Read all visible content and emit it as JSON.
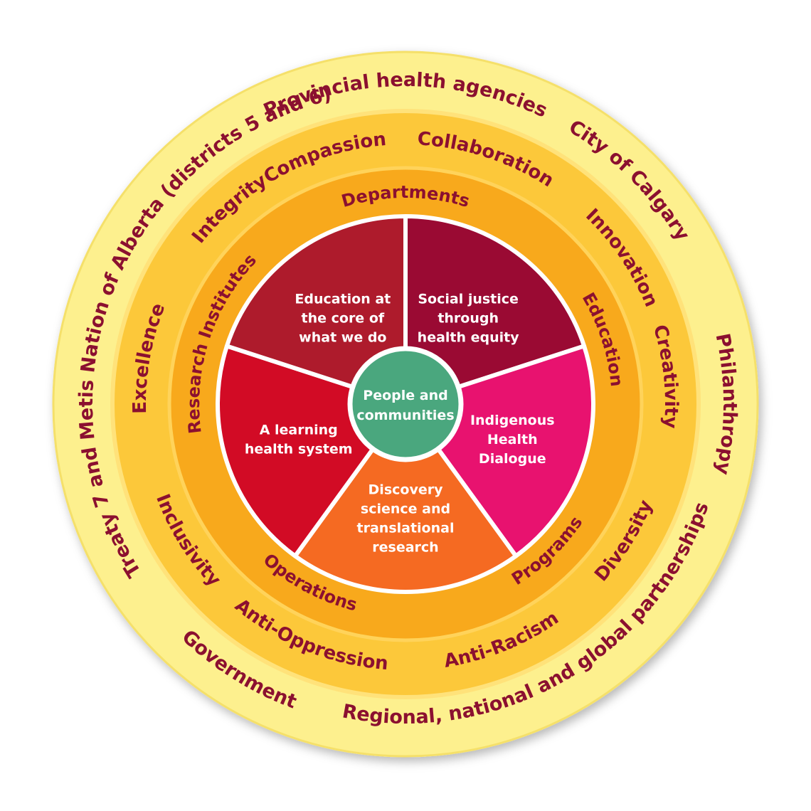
{
  "colors": {
    "outer_ring": "#fdf08e",
    "outer_ring_edge": "#f5e06a",
    "values_ring": "#fcc83a",
    "units_ring": "#f8a91c",
    "ring_text": "#8b1030",
    "hub": "#4aa77e"
  },
  "outer_ring": {
    "labels": [
      "Provincial health agencies",
      "City of Calgary",
      "Philanthropy",
      "Regional, national and global partnerships",
      "Government",
      "Treaty 7 and Metis Nation of Alberta (districts 5 and 6)"
    ]
  },
  "values_ring": {
    "labels": [
      "Compassion",
      "Collaboration",
      "Innovation",
      "Creativity",
      "Diversity",
      "Anti-Racism",
      "Anti-Oppression",
      "Inclusivity",
      "Excellence",
      "Integrity"
    ]
  },
  "units_ring": {
    "labels": [
      "Departments",
      "Education",
      "Programs",
      "Operations",
      "Research Institutes"
    ]
  },
  "sectors": [
    {
      "lines": [
        "Social justice",
        "through",
        "health equity"
      ],
      "color": "#9a0a33",
      "icon": "sector-wedge"
    },
    {
      "lines": [
        "Indigenous",
        "Health",
        "Dialogue"
      ],
      "color": "#e8126f",
      "icon": "sector-wedge"
    },
    {
      "lines": [
        "Discovery",
        "science and",
        "translational",
        "research"
      ],
      "color": "#f56a22",
      "icon": "sector-wedge"
    },
    {
      "lines": [
        "A learning",
        "health system"
      ],
      "color": "#d20b25",
      "icon": "sector-wedge"
    },
    {
      "lines": [
        "Education at",
        "the core of",
        "what we do"
      ],
      "color": "#ae1b2c",
      "icon": "sector-wedge"
    }
  ],
  "hub": {
    "lines": [
      "People and",
      "communities"
    ]
  }
}
